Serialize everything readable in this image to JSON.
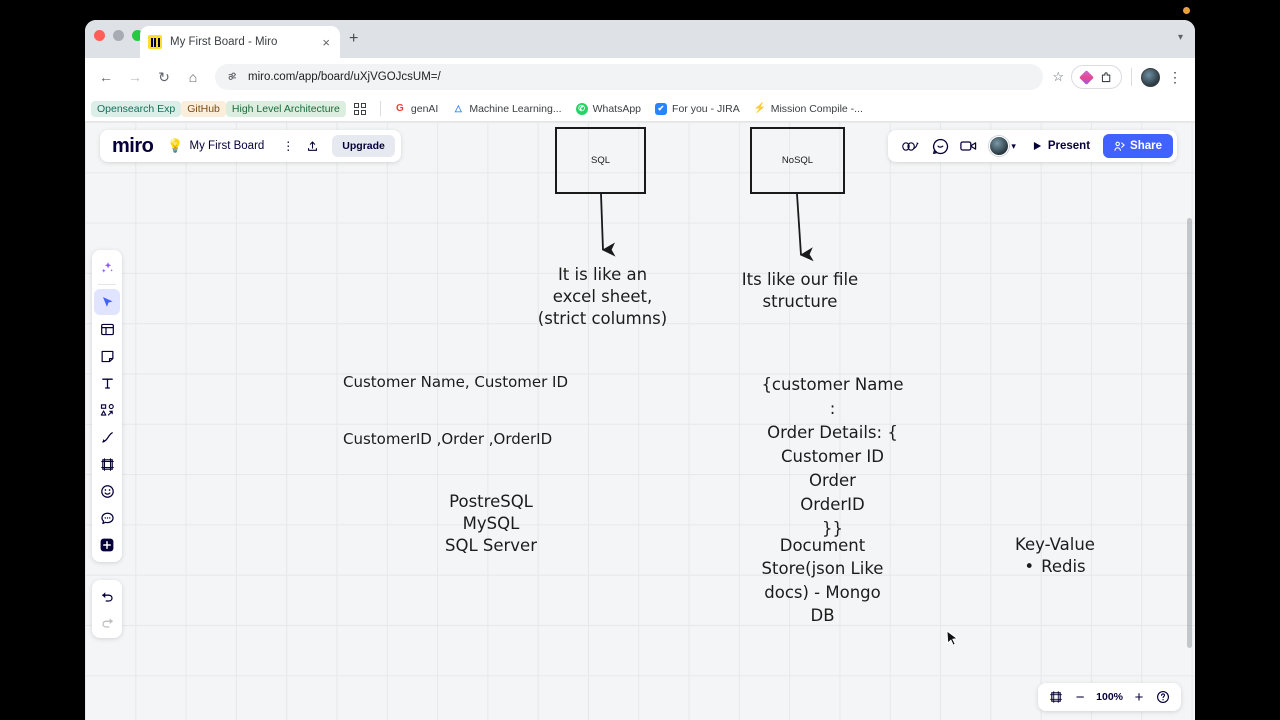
{
  "browser": {
    "tab": {
      "title": "My First Board - Miro",
      "close_label": "×",
      "new_tab_label": "+",
      "favicon_name": "miro-favicon"
    },
    "toolbar": {
      "back": "←",
      "forward": "→",
      "reload": "↻",
      "home": "⌂",
      "url": "miro.com/app/board/uXjVGOJcsUM=/",
      "star": "☆",
      "menu": "⋮"
    },
    "bookmarks": [
      {
        "label": "Opensearch Exp",
        "chip_bg": "#dbeee8",
        "text_color": "#156f5b"
      },
      {
        "label": "GitHub",
        "chip_bg": "#fbeedb",
        "text_color": "#7a4b13"
      },
      {
        "label": "High Level Architecture",
        "chip_bg": "#dbeee0",
        "text_color": "#1c6b3a"
      },
      {
        "label": "genAI",
        "icon": "G",
        "icon_bg": "#ea4335"
      },
      {
        "label": "Machine Learning...",
        "icon": "△",
        "icon_bg": "#4285f4"
      },
      {
        "label": "WhatsApp",
        "icon": "✆",
        "icon_bg": "#25d366"
      },
      {
        "label": "For you - JIRA",
        "icon": "✔",
        "icon_bg": "#2684ff"
      },
      {
        "label": "Mission Compile -...",
        "icon": "⚡",
        "icon_bg": "#c6b000"
      }
    ]
  },
  "miro": {
    "logo": "miro",
    "board_name": "My First Board",
    "bulb_icon": "💡",
    "more_label": "⋮",
    "share_export_label": "↑",
    "upgrade_label": "Upgrade",
    "present_label": "Present",
    "share_label": "Share",
    "tools": [
      {
        "name": "ai-sparkle-icon",
        "glyph": "✦",
        "active": false
      },
      {
        "name": "select-cursor-icon",
        "glyph": "➤",
        "active": true
      },
      {
        "name": "templates-icon",
        "glyph": "▤",
        "active": false
      },
      {
        "name": "sticky-note-icon",
        "glyph": "◻",
        "active": false
      },
      {
        "name": "text-icon",
        "glyph": "T",
        "active": false
      },
      {
        "name": "shapes-icon",
        "glyph": "△",
        "active": false
      },
      {
        "name": "pen-icon",
        "glyph": "✎",
        "active": false
      },
      {
        "name": "frame-icon",
        "glyph": "□",
        "active": false
      },
      {
        "name": "sticker-icon",
        "glyph": "☺",
        "active": false
      },
      {
        "name": "comment-icon",
        "glyph": "◯",
        "active": false
      },
      {
        "name": "more-apps-icon",
        "glyph": "+",
        "active": false
      }
    ],
    "undo_label": "↶",
    "redo_label": "↷",
    "zoom": {
      "fit_label": "⛶",
      "minus_label": "−",
      "level": "100%",
      "plus_label": "+",
      "help_label": "?"
    }
  },
  "board": {
    "nodes": [
      {
        "id": "sql-node",
        "label": "SQL"
      },
      {
        "id": "nosql-node",
        "label": "NoSQL"
      }
    ],
    "notes": {
      "sql_desc_line1": "It is like an",
      "sql_desc_line2": "excel sheet,",
      "sql_desc_line3": "(strict columns)",
      "nosql_desc_line1": "Its like our file",
      "nosql_desc_line2": "structure",
      "sql_cols": "Customer Name, Customer ID",
      "sql_order": "CustomerID ,Order ,OrderID",
      "sql_dbs_line1": "PostreSQL",
      "sql_dbs_line2": "MySQL",
      "sql_dbs_line3": "SQL Server",
      "nosql_json_line1": "{customer Name",
      "nosql_json_line2": ":",
      "nosql_json_line3": "Order Details: {",
      "nosql_json_line4": "Customer ID",
      "nosql_json_line5": "Order",
      "nosql_json_line6": "OrderID",
      "nosql_json_line7": "}}",
      "doc_store_line1": "Document",
      "doc_store_line2": "Store(json Like",
      "doc_store_line3": "docs) - Mongo",
      "doc_store_line4": "DB",
      "kv_title": "Key-Value",
      "kv_item": "Redis",
      "kv_bullet": "•"
    }
  }
}
